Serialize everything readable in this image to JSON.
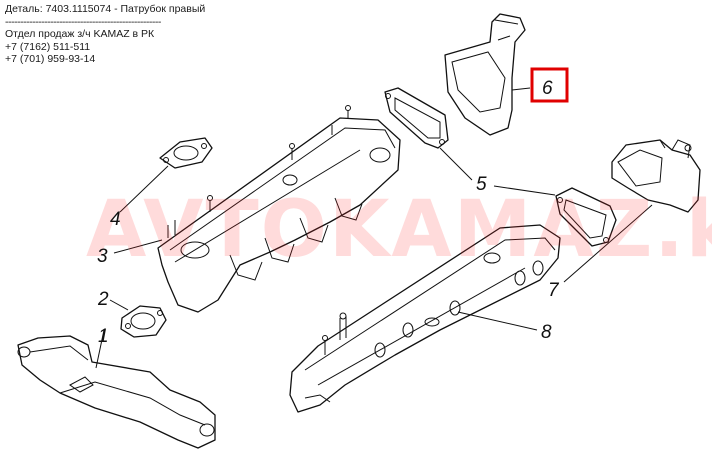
{
  "header": {
    "part_line": "Деталь: 7403.1115074 - Патрубок правый",
    "separator": "----------------------------------------------------",
    "dept": "Отдел продаж з/ч KAMAZ в РК",
    "phone1": "+7 (7162) 511-511",
    "phone2": "+7 (701) 959-93-14"
  },
  "watermark": "AVTOKAMAZ.kz",
  "callouts": [
    "1",
    "2",
    "3",
    "4",
    "5",
    "6",
    "7",
    "8"
  ],
  "highlighted_callout": "6",
  "colors": {
    "highlight": "#e00000",
    "watermark": "#ff2a2a",
    "line": "#111111"
  }
}
